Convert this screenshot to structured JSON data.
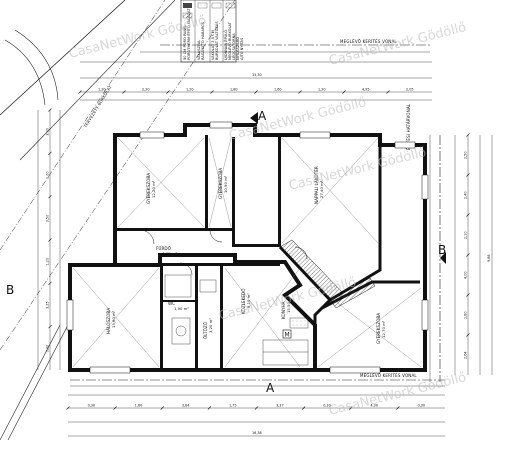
{
  "legend": {
    "items": [
      "50 CM PORO PANEL",
      "POROTHERM ÉPÍTŐ FALAZAT",
      "VÁLASZFAL",
      "RAGASZTÓ HABARCS",
      "VAKOLAT 3,5 CM",
      "BURKOLAT VÁLTOZÁS",
      "ÚJONNAN ÉPÜLŐ",
      "MEGLÉVŐ BURKOLAT",
      "LÉGCSATORNA",
      "NYÍLÁSZÁRÓ",
      "AJTÓ NYITÁS"
    ]
  },
  "property_lines": {
    "front_setback": "MEGLÉVŐ KERÍTÉS VONAL",
    "rear_setback": "MEGLÉVŐ KERÍTÉS VONAL",
    "right_limit": "ÉPÍTÉSI HATÁRVONAL",
    "road_strip": "TERVEZETT BURKOLAT"
  },
  "rooms": [
    {
      "name": "GYEREKSZOBA",
      "area": "12,20 m²"
    },
    {
      "name": "GYEREKSZOBA",
      "area": "10,90 m²"
    },
    {
      "name": "NAPPALI LAKÓTÉR",
      "area": "27,40 m²"
    },
    {
      "name": "FÜRDŐ",
      "area": "4,60 m²"
    },
    {
      "name": "HÁLÓSZOBA",
      "area": "13,60 m²"
    },
    {
      "name": "WC",
      "area": "1,90 m²"
    },
    {
      "name": "ÖLTÖZŐ",
      "area": "3,20 m²"
    },
    {
      "name": "KONYHA",
      "area": "15,50 m²"
    },
    {
      "name": "GYEREKSZOBA",
      "area": "12,70 m²"
    },
    {
      "name": "KÖZLEKEDŐ",
      "area": "8,10 m²"
    }
  ],
  "dimensions": {
    "top_row": [
      "1,20",
      "2,20",
      "1,20",
      "1,80",
      "1,60",
      "1,20",
      "4,95",
      "2,05"
    ],
    "bottom_row": [
      "0,30",
      "1,60",
      "3,64",
      "1,75",
      "3,37",
      "0,30",
      "4,30",
      "0,30"
    ],
    "overall_top": "15,30",
    "overall_bottom": "16,38",
    "left_col": [
      "3,00",
      "1,00",
      "3,50",
      "1,20",
      "3,25",
      "0,30"
    ],
    "right_col": [
      "2,50",
      "2,40",
      "2,10",
      "4,00",
      "1,80",
      "2,64"
    ],
    "overall_right": "9,88"
  },
  "markers": {
    "section_a": "A",
    "section_b": "B",
    "section_m": "M"
  },
  "watermarks": [
    "CasaNetWork Gödöllő",
    "CasaNetWork Gödöllő",
    "CasaNetWork Gödöllő",
    "CasaNetWork Gödöllő",
    "CasaNetWork Gödöllő",
    "CasaNetWork Gödöllő"
  ]
}
